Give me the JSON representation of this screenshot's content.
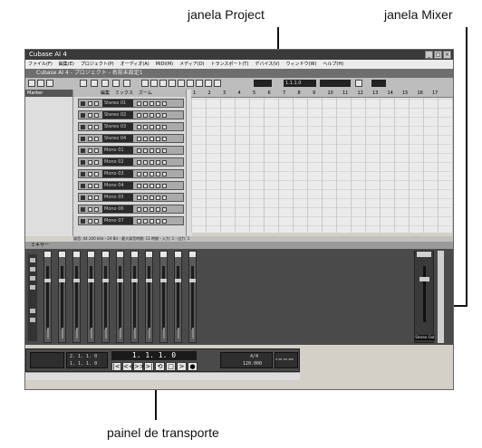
{
  "callouts": {
    "project": "janela Project",
    "mixer": "janela Mixer",
    "transport": "painel de transporte"
  },
  "app": {
    "title": "Cubase AI 4",
    "menu": [
      "ファイル(F)",
      "編集(E)",
      "プロジェクト(P)",
      "オーディオ(A)",
      "MIDI(M)",
      "メディア(D)",
      "トランスポート(T)",
      "デバイス(V)",
      "ウィンドウ(W)",
      "ヘルプ(H)"
    ],
    "project_title": "Cubase AI 4 - プロジェクト - 名前未設定1",
    "toolbar_field": "1.1.1.0",
    "inspector_label": "Marker",
    "track_headers": [
      "編集",
      "ミックス",
      "ズーム"
    ],
    "tracks": [
      "Stereo 01",
      "Stereo 02",
      "Stereo 03",
      "Stereo 04",
      "Mono 01",
      "Mono 02",
      "Mono 03",
      "Mono 04",
      "Mono 05",
      "Mono 06",
      "Mono 07"
    ],
    "ruler": [
      "1",
      "2",
      "3",
      "4",
      "5",
      "6",
      "7",
      "8",
      "9",
      "10",
      "11",
      "12",
      "13",
      "14",
      "15",
      "16",
      "17"
    ],
    "status": "録音: 44.100 kHz - 24 Bit - 最大録音時間: 12 時間 - 入力: 1 - 出力: 1",
    "mixer_title": "ミキサー",
    "mixer_out_label": "Stereo Out",
    "transport": {
      "position": "1. 1. 1. 0",
      "left_locator": "2. 1. 1. 0",
      "right_locator": "1. 1. 1. 0",
      "tempo": "120.000",
      "signature": "4/4",
      "time": "0:00:00.000"
    }
  }
}
